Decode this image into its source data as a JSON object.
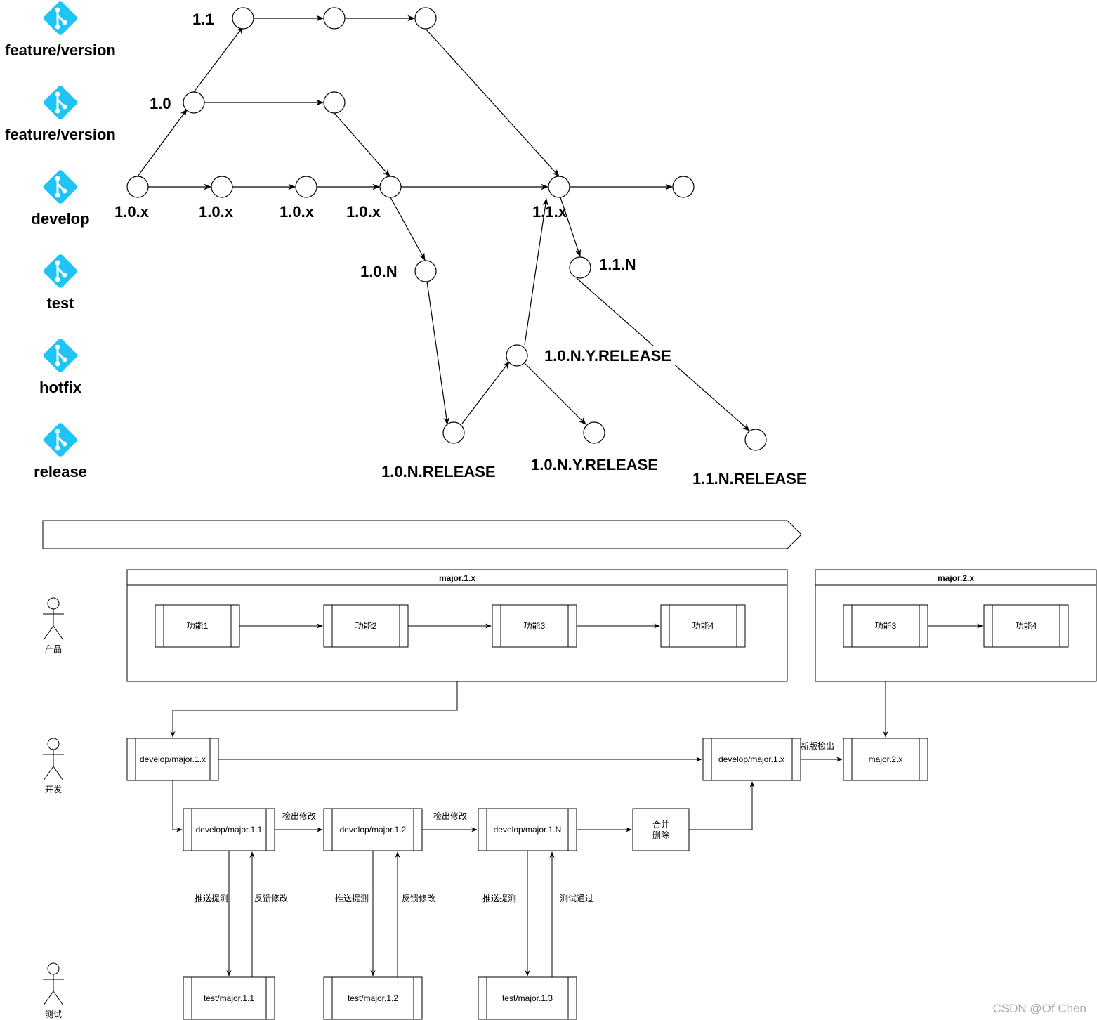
{
  "branches": [
    "feature/version",
    "feature/version",
    "develop",
    "test",
    "hotfix",
    "release"
  ],
  "branch_icon": "git-branch-icon",
  "git_icon_color": "#1ec4f4",
  "version_labels": {
    "v11": "1.1",
    "v10": "1.0",
    "d1": "1.0.x",
    "d2": "1.0.x",
    "d3": "1.0.x",
    "d4": "1.0.x",
    "d11x": "1.1.x",
    "t10n": "1.0.N",
    "t11n": "1.1.N",
    "h10ny_a": "1.0.N.Y.RELEASE",
    "r10n": "1.0.N.RELEASE",
    "r10ny": "1.0.N.Y.RELEASE",
    "r11n": "1.1.N.RELEASE"
  },
  "pools": {
    "major1": "major.1.x",
    "major2": "major.2.x"
  },
  "features": {
    "f1": "功能1",
    "f2": "功能2",
    "f3": "功能3",
    "f4": "功能4",
    "g3": "功能3",
    "g4": "功能4"
  },
  "roles": {
    "product": "产品",
    "dev": "开发",
    "test": "测试"
  },
  "process": {
    "dev_main": "develop/major.1.x",
    "dev_main2": "develop/major.1.x",
    "major2": "major.2.x",
    "dev11": "develop/major.1.1",
    "dev12": "develop/major.1.2",
    "dev1n": "develop/major.1.N",
    "merge": [
      "合并",
      "删除"
    ],
    "test11": "test/major.1.1",
    "test12": "test/major.1.2",
    "test13": "test/major.1.3"
  },
  "edge_labels": {
    "new_version": "新版检出",
    "checkout_fix_1": "检出修改",
    "checkout_fix_2": "检出修改",
    "push_test_1": "推送提测",
    "push_test_2": "推送提测",
    "push_test_3": "推送提测",
    "feedback_1": "反馈修改",
    "feedback_2": "反馈修改",
    "test_pass": "测试通过"
  },
  "watermark": "CSDN @Of Chen"
}
